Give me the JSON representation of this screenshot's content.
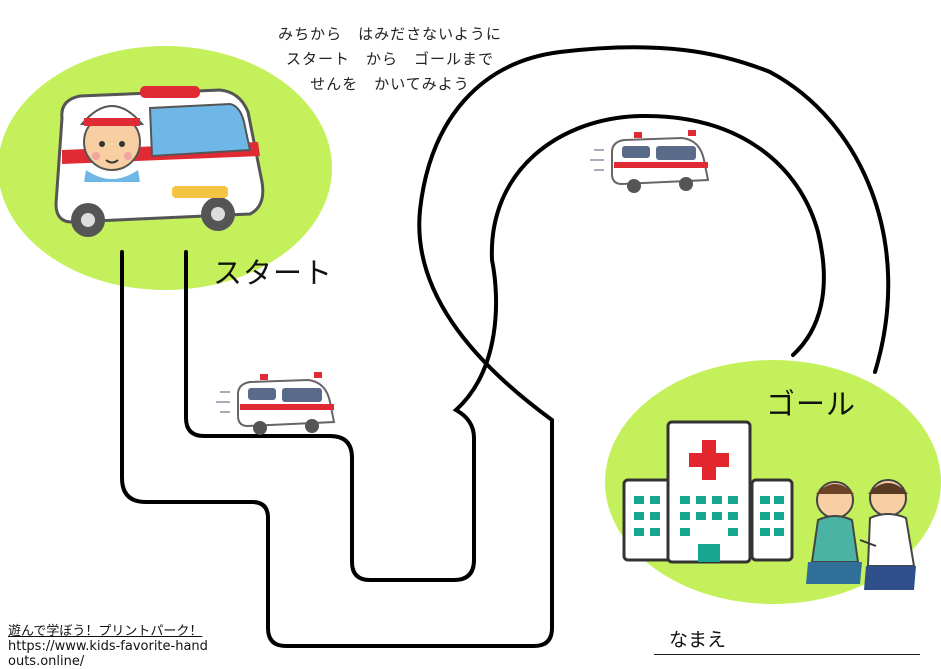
{
  "instructions": {
    "line1": "みちから　はみださないように",
    "line2": "スタート　から　ゴールまで",
    "line3": "せんを　かいてみよう"
  },
  "labels": {
    "start": "スタート",
    "goal": "ゴール",
    "name": "なまえ"
  },
  "credit": {
    "site_name": "遊んで学ぼう！プリントパーク！",
    "url": "https://www.kids-favorite-handouts.online/"
  },
  "colors": {
    "blob_green": "#c4f05c",
    "path_stroke": "#000000",
    "hospital_cross": "#e3262d",
    "window_teal": "#17a68f",
    "ambulance_red": "#e02b35",
    "ambulance_window": "#6fb7e6"
  },
  "icons": {
    "start_illustration": "ambulance-with-driver-icon",
    "mini_ambulances": "speeding-ambulance-icon",
    "goal_hospital": "hospital-icon",
    "goal_people": "doctor-and-patient-icon"
  }
}
